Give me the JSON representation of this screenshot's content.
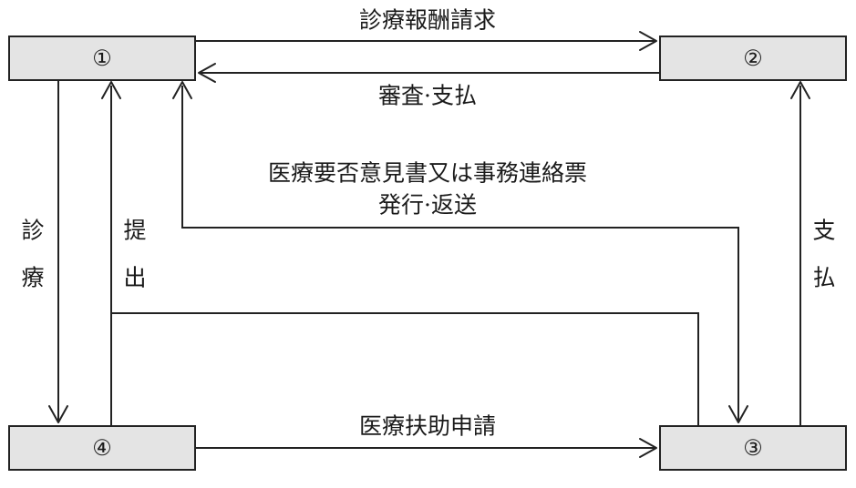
{
  "nodes": {
    "n1": "①",
    "n2": "②",
    "n3": "③",
    "n4": "④"
  },
  "labels": {
    "claim": "診療報酬請求",
    "review_pay": "審査·支払",
    "opinion_line1": "医療要否意見書又は事務連絡票",
    "opinion_line2": "発行·返送",
    "exam_1": "診",
    "exam_2": "療",
    "submit_1": "提",
    "submit_2": "出",
    "pay_1": "支",
    "pay_2": "払",
    "assist": "医療扶助申請"
  }
}
